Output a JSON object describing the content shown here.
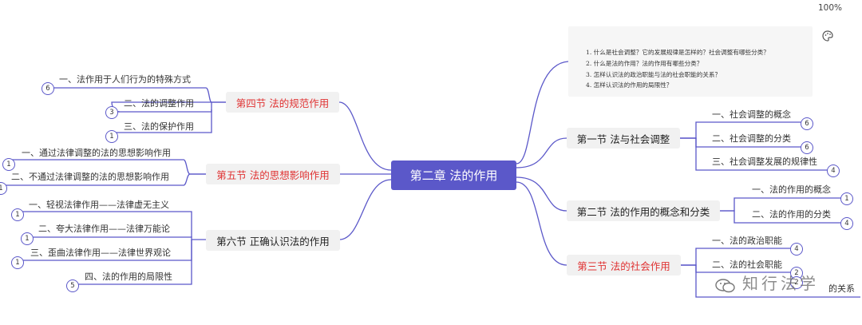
{
  "toolbar": {
    "zoom": "100%",
    "palette_icon": "palette-icon"
  },
  "notes": {
    "lines": [
      "1. 什么是社会调整？它的发展规律是怎样的？社会调整有哪些分类？",
      "2. 什么是法的作用？法的作用有哪些分类？",
      "3. 怎样认识法的政治职能与法的社会职能的关系？",
      "4. 怎样认识法的作用的局限性？"
    ]
  },
  "center": {
    "label": "第二章 法的作用"
  },
  "sections": {
    "s4": {
      "label": "第四节 法的规范作用",
      "color": "#e03333",
      "items": [
        {
          "label": "一、法作用于人们行为的特殊方式",
          "badge": "6"
        },
        {
          "label": "二、法的调整作用",
          "badge": "3"
        },
        {
          "label": "三、法的保护作用",
          "badge": "1"
        }
      ]
    },
    "s5": {
      "label": "第五节 法的思想影响作用",
      "color": "#e03333",
      "items": [
        {
          "label": "一、通过法律调整的法的思想影响作用",
          "badge": "1"
        },
        {
          "label": "二、不通过法律调整的法的思想影响作用",
          "badge": "1"
        }
      ]
    },
    "s6": {
      "label": "第六节 正确认识法的作用",
      "color": "#222222",
      "items": [
        {
          "label": "一、轻视法律作用——法律虚无主义",
          "badge": "1"
        },
        {
          "label": "二、夸大法律作用——法律万能论",
          "badge": "1"
        },
        {
          "label": "三、歪曲法律作用——法律世界观论",
          "badge": "1"
        },
        {
          "label": "四、法的作用的局限性",
          "badge": "5"
        }
      ]
    },
    "s1": {
      "label": "第一节 法与社会调整",
      "color": "#222222",
      "items": [
        {
          "label": "一、社会调整的概念",
          "badge": "6"
        },
        {
          "label": "二、社会调整的分类",
          "badge": "6"
        },
        {
          "label": "三、社会调整发展的规律性",
          "badge": "4"
        }
      ]
    },
    "s2": {
      "label": "第二节 法的作用的概念和分类",
      "color": "#222222",
      "items": [
        {
          "label": "一、法的作用的概念",
          "badge": "1"
        },
        {
          "label": "二、法的作用的分类",
          "badge": "4"
        }
      ]
    },
    "s3": {
      "label": "第三节 法的社会作用",
      "color": "#e03333",
      "items": [
        {
          "label": "一、法的政治职能",
          "badge": "4"
        },
        {
          "label": "二、法的社会职能",
          "badge": "2"
        },
        {
          "label": "的关系",
          "badge": "2"
        }
      ]
    }
  },
  "watermark": {
    "text": "知行法学"
  },
  "colors": {
    "accent": "#5b58c9",
    "red": "#e03333"
  }
}
